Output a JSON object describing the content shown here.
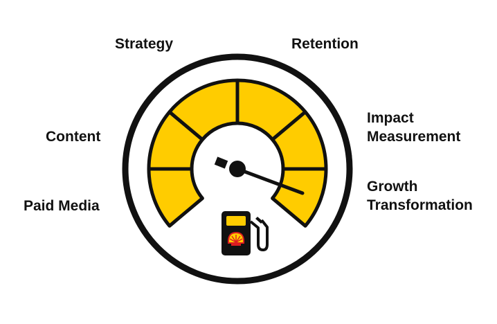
{
  "labels": {
    "strategy": "Strategy",
    "retention": "Retention",
    "content": "Content",
    "impact_line1": "Impact",
    "impact_line2": "Measurement",
    "paid_media": "Paid Media",
    "growth_line1": "Growth",
    "growth_line2": "Transformation"
  },
  "colors": {
    "segment_fill": "#FFCC00",
    "outline": "#111111",
    "background": "#FFFFFF",
    "logo_red": "#DD1D21"
  },
  "icons": {
    "center": "fuel-pump-icon",
    "logo": "shell-logo-icon"
  }
}
